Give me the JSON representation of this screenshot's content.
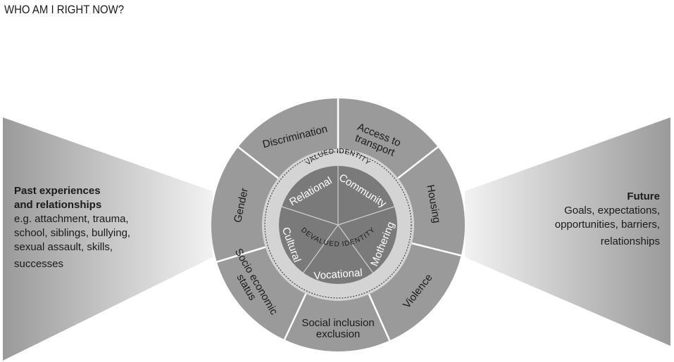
{
  "title": "WHO AM I RIGHT NOW?",
  "left_panel": {
    "heading": [
      "Past experiences",
      "and relationships"
    ],
    "body": [
      "e.g. attachment, trauma,",
      "school, siblings, bullying,",
      "sexual assault, skills,",
      "successes"
    ]
  },
  "right_panel": {
    "heading": "Future",
    "body": [
      "Goals, expectations,",
      "opportunities, barriers,",
      "relationships"
    ]
  },
  "outer_ring": [
    {
      "key": "discrimination",
      "lines": [
        "Discrimination"
      ]
    },
    {
      "key": "access",
      "lines": [
        "Access to",
        "transport"
      ]
    },
    {
      "key": "housing",
      "lines": [
        "Housing"
      ]
    },
    {
      "key": "violence",
      "lines": [
        "Violence"
      ]
    },
    {
      "key": "social",
      "lines": [
        "Social inclusion",
        "exclusion"
      ]
    },
    {
      "key": "socio",
      "lines": [
        "Socio economic",
        "status"
      ]
    },
    {
      "key": "gender",
      "lines": [
        "Gender"
      ]
    }
  ],
  "band": {
    "top": "VALUED IDENTITY",
    "bottom": "DEVALUED IDENTITY"
  },
  "core": [
    {
      "key": "relational",
      "label": "Relational"
    },
    {
      "key": "community",
      "label": "Community"
    },
    {
      "key": "mothering",
      "label": "Mothering"
    },
    {
      "key": "vocational",
      "label": "Vocational"
    },
    {
      "key": "cultural",
      "label": "Cultural"
    }
  ],
  "colors": {
    "outer": "#9a9a9a",
    "band": "#d4d4d4",
    "core": "#7a7a7a",
    "divider": "#ffffff",
    "text": "#1a1a1a"
  }
}
